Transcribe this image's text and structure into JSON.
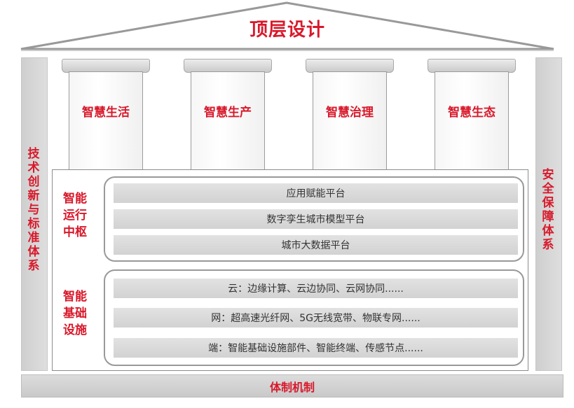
{
  "roof": {
    "title": "顶层设计"
  },
  "left_pillar": {
    "chars": [
      "技",
      "术",
      "创",
      "新",
      "与",
      "标",
      "准",
      "体",
      "系"
    ]
  },
  "right_pillar": {
    "chars": [
      "安",
      "全",
      "保",
      "障",
      "体",
      "系"
    ]
  },
  "columns": [
    "智慧生活",
    "智慧生产",
    "智慧治理",
    "智慧生态"
  ],
  "hub": {
    "label_lines": [
      "智能",
      "运行",
      "中枢"
    ],
    "items": [
      "应用赋能平台",
      "数字孪生城市模型平台",
      "城市大数据平台"
    ]
  },
  "infra": {
    "label_lines": [
      "智能",
      "基础",
      "设施"
    ],
    "items": [
      "云：边缘计算、云边协同、云网协同......",
      "网：超高速光纤网、5G无线宽带、物联专网......",
      "端：智能基础设施部件、智能终端、传感节点......"
    ]
  },
  "bottom": {
    "label": "体制机制"
  },
  "colors": {
    "accent": "#d8192b",
    "bar": "#d9d9d9"
  }
}
